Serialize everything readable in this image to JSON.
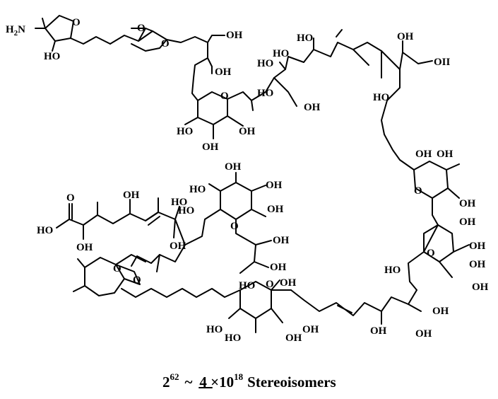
{
  "figure": {
    "labels": {
      "nh2": "H2N",
      "ho": "HO",
      "oh": "OH",
      "o": "O",
      "ho_serif": "HO",
      "oh_italic": "OH",
      "oii": "OII",
      "acid_o": "O"
    },
    "caption": {
      "base": "2",
      "exponent": "62",
      "approx": "~",
      "mantissa": "4 ×10",
      "power": "18",
      "suffix": "Stereoisomers"
    }
  }
}
